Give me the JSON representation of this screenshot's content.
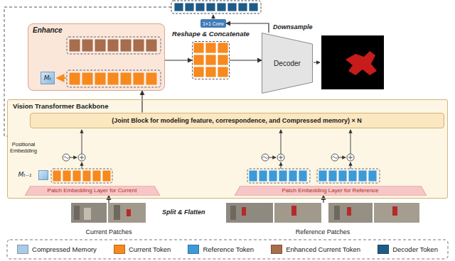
{
  "diagram": {
    "nodes": [
      {
        "text": [
          "Enhance"
        ]
      },
      {
        "text": [
          "Mₜ"
        ],
        "in": 0
      },
      {
        "text": [
          "1×1 Conv"
        ]
      },
      {
        "text": [
          "Reshape & Concatenate"
        ]
      },
      {
        "text": [
          "Decoder"
        ]
      },
      {
        "text": [
          "Vision Transformer Backbone"
        ]
      },
      {
        "text": [
          "(Joint Block for modeling feature, correspondence, and Compressed memory) × N"
        ],
        "in": 5
      },
      {
        "text": [
          "Mₜ₋₁"
        ],
        "in": 5
      },
      {
        "text": [
          "Patch Embedding Layer for Current"
        ],
        "in": 5
      },
      {
        "text": [
          "Patch Embedding Layer for Reference"
        ],
        "in": 5
      },
      {
        "text": [
          "Current Patches"
        ]
      },
      {
        "text": [
          "Reference Patches"
        ]
      }
    ],
    "edges": [
      {
        "from": 0,
        "to": 3,
        "arrow": "to"
      },
      {
        "from": 3,
        "to": 4,
        "arrow": "to"
      },
      {
        "from": 4,
        "to": 2,
        "arrow": "to"
      },
      {
        "from": 6,
        "to": 0,
        "arrow": "to"
      },
      {
        "from": 10,
        "to": 8,
        "arrow": "to"
      },
      {
        "from": 11,
        "to": 9,
        "arrow": "to"
      }
    ],
    "labels": [
      "Downsample",
      "Positional Embedding",
      "Split & Flatten"
    ],
    "legend": [
      {
        "text": "Compressed Memory",
        "color": "#a9cbe6"
      },
      {
        "text": "Current Token",
        "color": "#f7891f"
      },
      {
        "text": "Reference Token",
        "color": "#3d9ad8"
      },
      {
        "text": "Enhanced Current Token",
        "color": "#a86d4d"
      },
      {
        "text": "Decoder Token",
        "color": "#1f5b86"
      }
    ]
  }
}
